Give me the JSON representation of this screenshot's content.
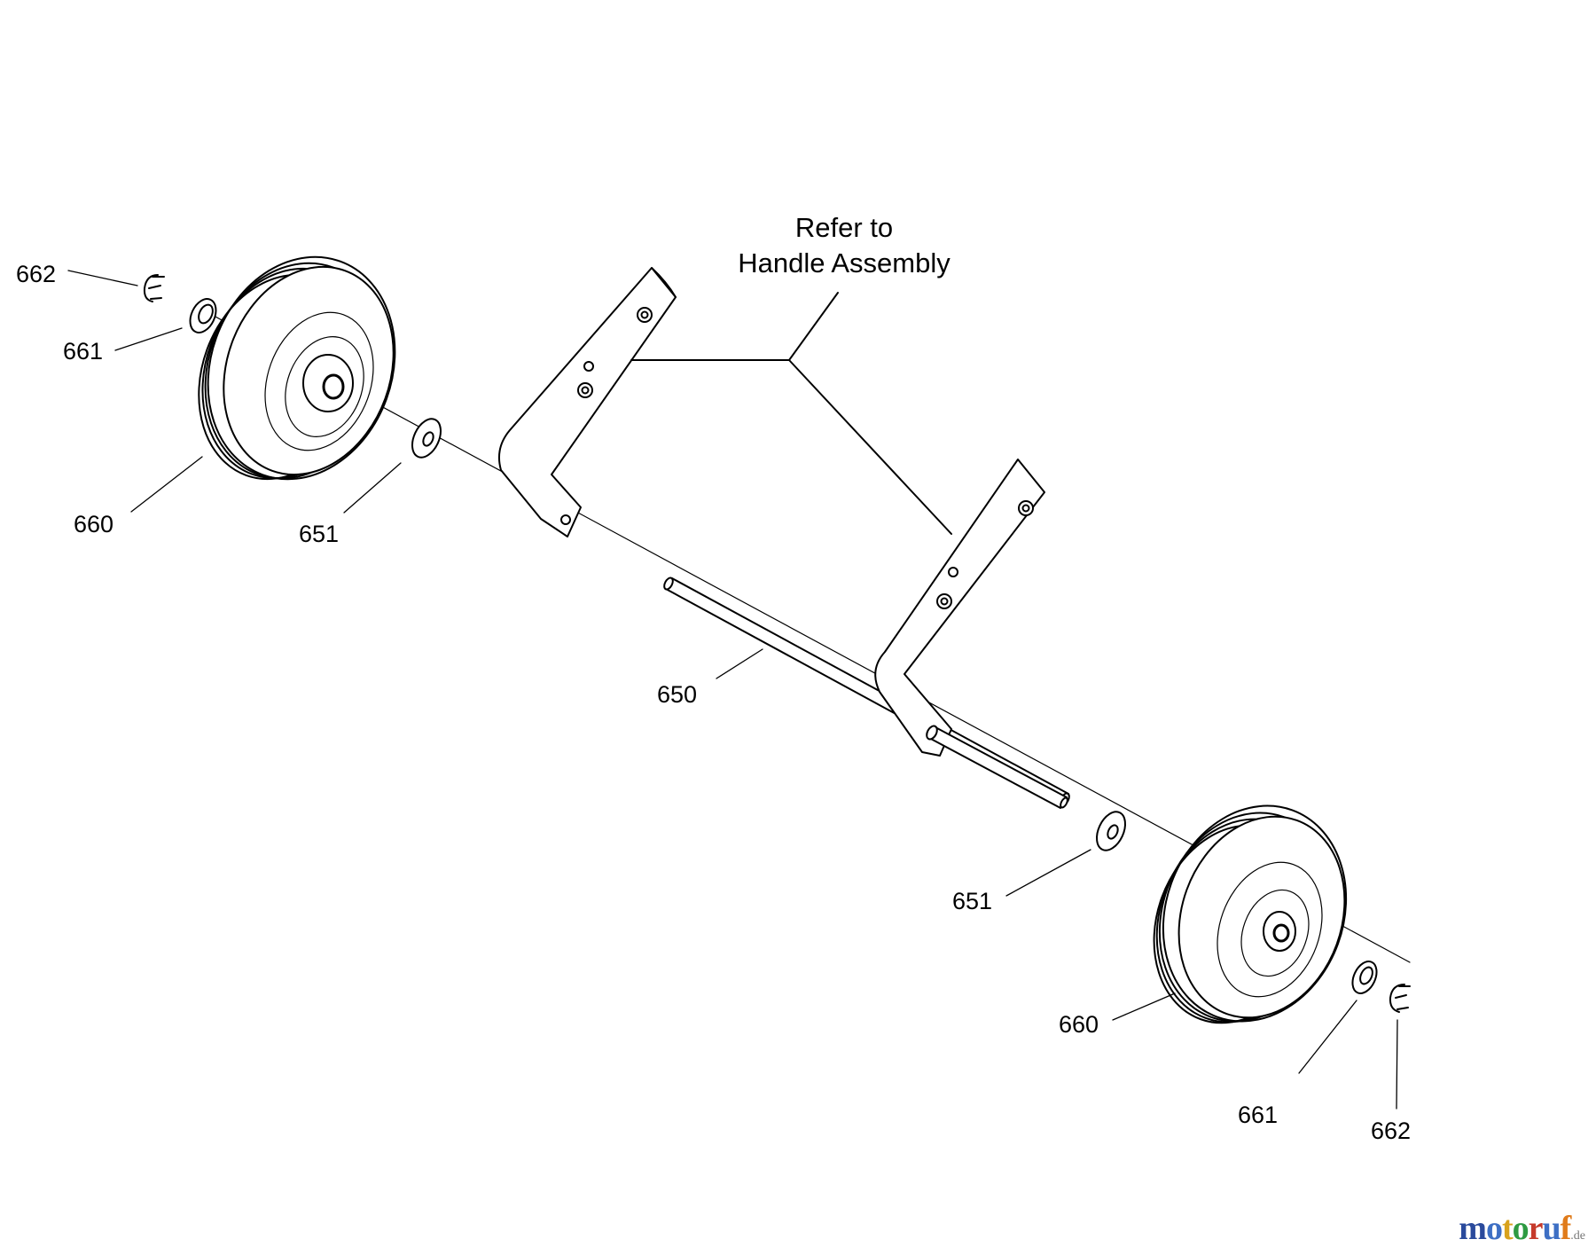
{
  "callout": {
    "line1": "Refer to",
    "line2": "Handle Assembly"
  },
  "parts": [
    {
      "id": "p662a",
      "label": "662"
    },
    {
      "id": "p661a",
      "label": "661"
    },
    {
      "id": "p660a",
      "label": "660"
    },
    {
      "id": "p651a",
      "label": "651"
    },
    {
      "id": "p650",
      "label": "650"
    },
    {
      "id": "p651b",
      "label": "651"
    },
    {
      "id": "p660b",
      "label": "660"
    },
    {
      "id": "p661b",
      "label": "661"
    },
    {
      "id": "p662b",
      "label": "662"
    }
  ],
  "watermark": {
    "letters": [
      "m",
      "o",
      "t",
      "o",
      "r",
      "u",
      "f"
    ],
    "colors": [
      "#2a4a9c",
      "#3d6fc4",
      "#d8a21d",
      "#2e9a42",
      "#c63a2b",
      "#3d6fc4",
      "#e07b1a"
    ],
    "tld": ".de"
  }
}
